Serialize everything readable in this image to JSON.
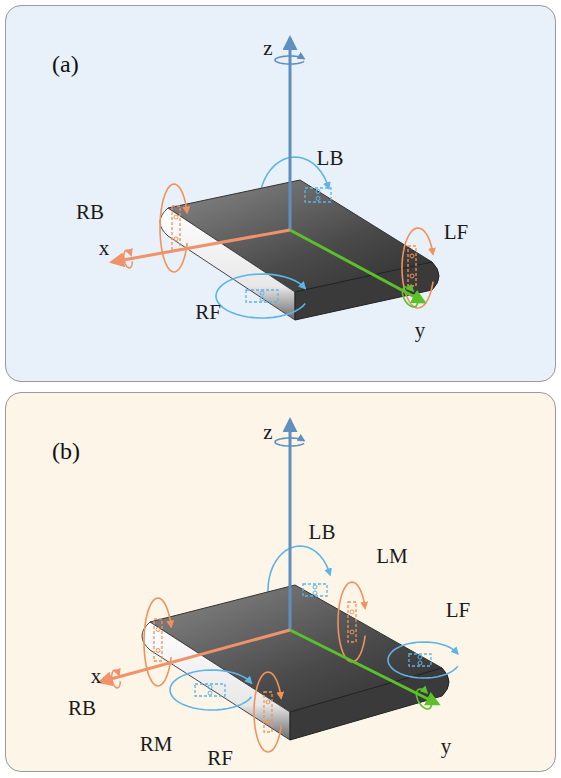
{
  "diagram": {
    "nodes": [
      {
        "text": [
          "(a)"
        ]
      },
      {
        "text": [
          "(b)"
        ]
      }
    ],
    "labels": [
      "z",
      "LB",
      "LF",
      "RB",
      "x",
      "RF",
      "y",
      "z",
      "LB",
      "LM",
      "LF",
      "RB",
      "x",
      "RM",
      "RF",
      "y"
    ]
  }
}
